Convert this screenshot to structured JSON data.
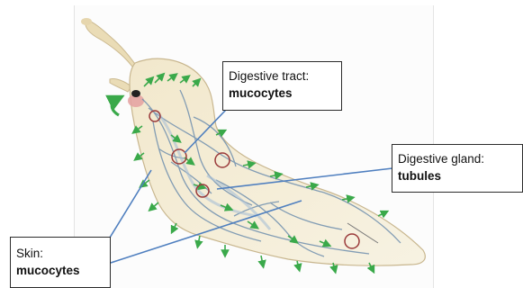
{
  "callouts": {
    "digestive_tract": {
      "title": "Digestive tract:",
      "bold": "mucocytes"
    },
    "digestive_gland": {
      "title": "Digestive gland:",
      "bold": "tubules"
    },
    "skin": {
      "title": "Skin:",
      "bold": "mucocytes"
    }
  },
  "colors": {
    "leader_line": "#4f7fbf",
    "body_fill": "#f4efd9",
    "tentacle_fill": "#eadcb6",
    "vessel": "#6f8fae",
    "mucocyte_arrow": "#3aa94a",
    "marker_circle": "#9a3a3a",
    "mouth": "#e4a0a0"
  }
}
